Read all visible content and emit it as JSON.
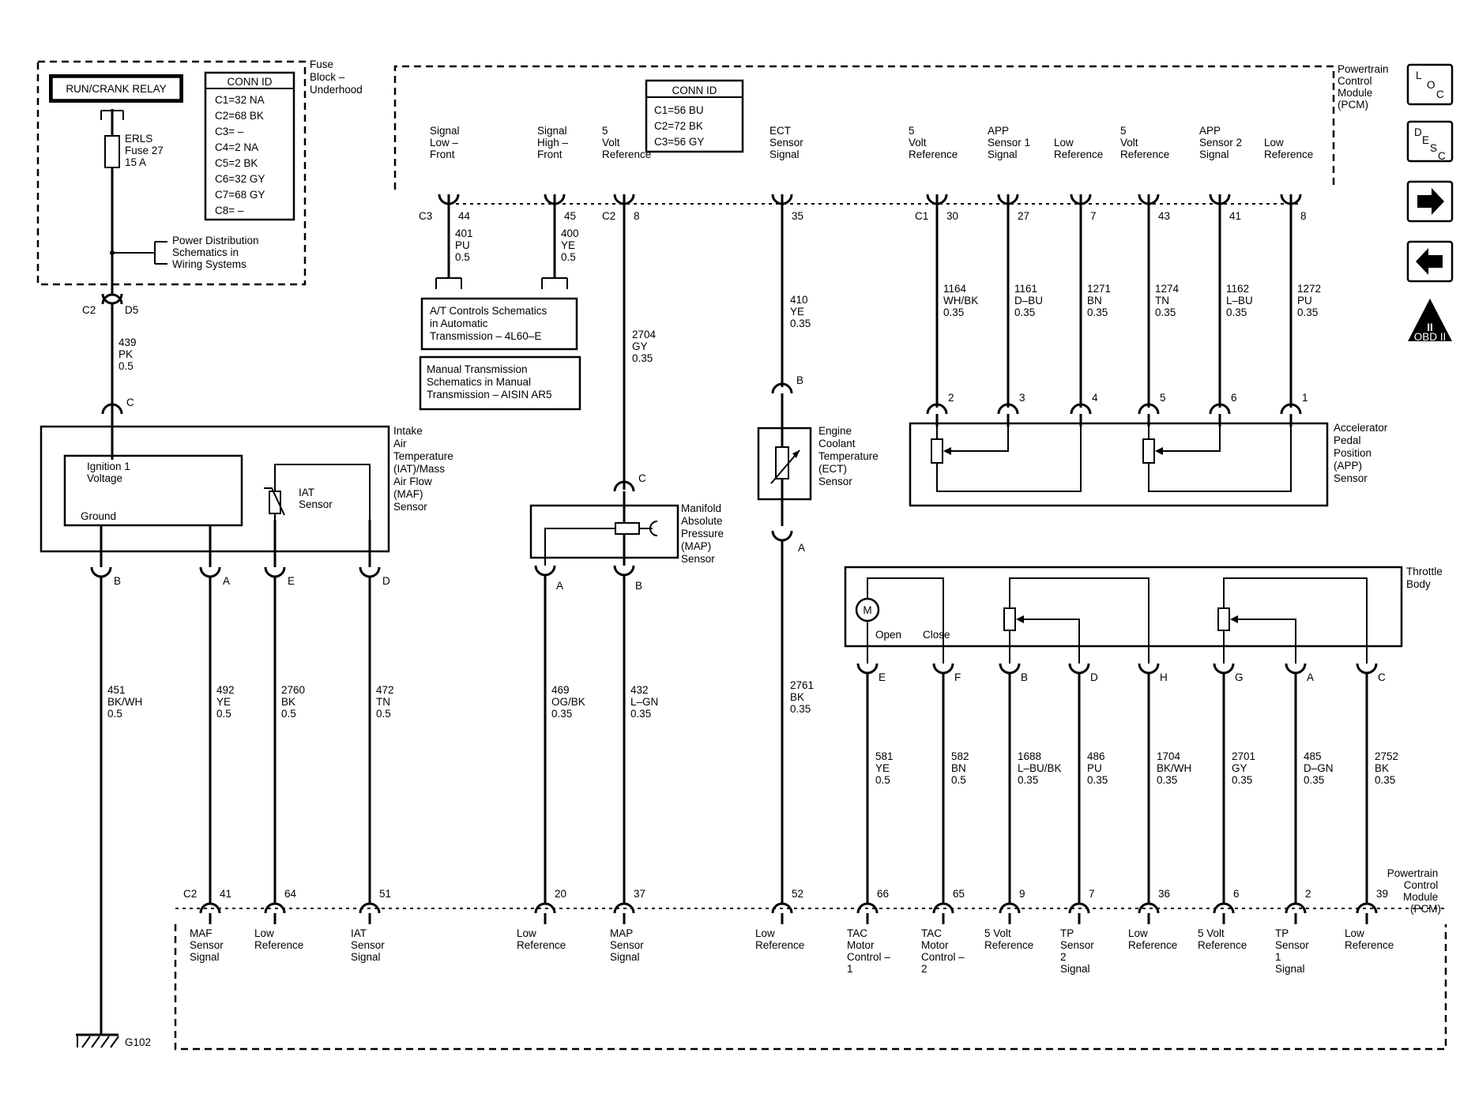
{
  "fuse_block": {
    "title": [
      "Fuse",
      "Block –",
      "Underhood"
    ],
    "relay": "RUN/CRANK RELAY",
    "fuse": [
      "ERLS",
      "Fuse 27",
      "15 A"
    ],
    "power_dist": [
      "Power Distribution",
      "Schematics in",
      "Wiring Systems"
    ],
    "conn_title": "CONN ID",
    "conn": [
      "C1=32 NA",
      "C2=68 BK",
      "C3= –",
      "C4=2 NA",
      "C5=2 BK",
      "C6=32 GY",
      "C7=68 GY",
      "C8= –"
    ],
    "conn_c": "C2",
    "conn_pin": "D5",
    "wire": [
      "439",
      "PK",
      "0.5"
    ]
  },
  "pcm_top": {
    "title": [
      "Powertrain",
      "Control",
      "Module",
      "(PCM)"
    ],
    "conn_title": "CONN ID",
    "conn": [
      "C1=56 BU",
      "C2=72 BK",
      "C3=56 GY"
    ],
    "labels": [
      [
        "Signal",
        "Low –",
        "Front"
      ],
      [
        "Signal",
        "High –",
        "Front"
      ],
      [
        "5",
        "Volt",
        "Reference"
      ],
      [
        "ECT",
        "Sensor",
        "Signal"
      ],
      [
        "5",
        "Volt",
        "Reference"
      ],
      [
        "APP",
        "Sensor 1",
        "Signal"
      ],
      [
        "Low",
        "Reference"
      ],
      [
        "5",
        "Volt",
        "Reference"
      ],
      [
        "APP",
        "Sensor 2",
        "Signal"
      ],
      [
        "Low",
        "Reference"
      ]
    ],
    "pins": [
      "44",
      "45",
      "8",
      "35",
      "30",
      "27",
      "7",
      "43",
      "41",
      "8"
    ],
    "conns": [
      "C3",
      "C2",
      "C1"
    ]
  },
  "trans": {
    "at_wires": [
      [
        "401",
        "PU",
        "0.5"
      ],
      [
        "400",
        "YE",
        "0.5"
      ]
    ],
    "at_box": [
      "A/T Controls Schematics",
      "in Automatic",
      "Transmission – 4L60–E"
    ],
    "mt_box": [
      "Manual Transmission",
      "Schematics in Manual",
      "Transmission – AISIN AR5"
    ]
  },
  "iat_maf": {
    "title": [
      "Intake",
      "Air",
      "Temperature",
      "(IAT)/Mass",
      "Air Flow",
      "(MAF)",
      "Sensor"
    ],
    "inner": [
      "Ignition 1",
      "Voltage"
    ],
    "ground": "Ground",
    "iat": [
      "IAT",
      "Sensor"
    ],
    "pin_c": "C",
    "pins": [
      "B",
      "A",
      "E",
      "D"
    ],
    "wires": [
      [
        "451",
        "BK/WH",
        "0.5"
      ],
      [
        "492",
        "YE",
        "0.5"
      ],
      [
        "2760",
        "BK",
        "0.5"
      ],
      [
        "472",
        "TN",
        "0.5"
      ]
    ]
  },
  "map": {
    "title": [
      "Manifold",
      "Absolute",
      "Pressure",
      "(MAP)",
      "Sensor"
    ],
    "pin_c": "C",
    "pins": [
      "A",
      "B"
    ],
    "ref_wire": [
      "2704",
      "GY",
      "0.35"
    ],
    "wires": [
      [
        "469",
        "OG/BK",
        "0.35"
      ],
      [
        "432",
        "L–GN",
        "0.35"
      ]
    ]
  },
  "ect": {
    "title": [
      "Engine",
      "Coolant",
      "Temperature",
      "(ECT)",
      "Sensor"
    ],
    "pin_b": "B",
    "pin_a": "A",
    "top_wire": [
      "410",
      "YE",
      "0.35"
    ],
    "bottom_wire": [
      "2761",
      "BK",
      "0.35"
    ]
  },
  "app": {
    "title": [
      "Accelerator",
      "Pedal",
      "Position",
      "(APP)",
      "Sensor"
    ],
    "pins": [
      "2",
      "3",
      "4",
      "5",
      "6",
      "1"
    ],
    "wires": [
      [
        "1164",
        "WH/BK",
        "0.35"
      ],
      [
        "1161",
        "D–BU",
        "0.35"
      ],
      [
        "1271",
        "BN",
        "0.35"
      ],
      [
        "1274",
        "TN",
        "0.35"
      ],
      [
        "1162",
        "L–BU",
        "0.35"
      ],
      [
        "1272",
        "PU",
        "0.35"
      ]
    ]
  },
  "throttle": {
    "title": [
      "Throttle",
      "Body"
    ],
    "motor": "M",
    "open": "Open",
    "close": "Close",
    "pins": [
      "E",
      "F",
      "B",
      "D",
      "H",
      "G",
      "A",
      "C"
    ],
    "wires": [
      [
        "581",
        "YE",
        "0.5"
      ],
      [
        "582",
        "BN",
        "0.5"
      ],
      [
        "1688",
        "L–BU/BK",
        "0.35"
      ],
      [
        "486",
        "PU",
        "0.35"
      ],
      [
        "1704",
        "BK/WH",
        "0.35"
      ],
      [
        "2701",
        "GY",
        "0.35"
      ],
      [
        "485",
        "D–GN",
        "0.35"
      ],
      [
        "2752",
        "BK",
        "0.35"
      ]
    ]
  },
  "pcm_bottom": {
    "title": [
      "Powertrain",
      "Control",
      "Module",
      "(PCM)"
    ],
    "conn": "C2",
    "pins": [
      "41",
      "64",
      "51",
      "20",
      "37",
      "52",
      "66",
      "65",
      "9",
      "7",
      "36",
      "6",
      "2",
      "39"
    ],
    "labels": [
      [
        "MAF",
        "Sensor",
        "Signal"
      ],
      [
        "Low",
        "Reference"
      ],
      [
        "IAT",
        "Sensor",
        "Signal"
      ],
      [
        "Low",
        "Reference"
      ],
      [
        "MAP",
        "Sensor",
        "Signal"
      ],
      [
        "Low",
        "Reference"
      ],
      [
        "TAC",
        "Motor",
        "Control –",
        "1"
      ],
      [
        "TAC",
        "Motor",
        "Control –",
        "2"
      ],
      [
        "5 Volt",
        "Reference"
      ],
      [
        "TP",
        "Sensor",
        "2",
        "Signal"
      ],
      [
        "Low",
        "Reference"
      ],
      [
        "5 Volt",
        "Reference"
      ],
      [
        "TP",
        "Sensor",
        "1",
        "Signal"
      ],
      [
        "Low",
        "Reference"
      ]
    ]
  },
  "ground": "G102",
  "nav": {
    "loc": [
      "L",
      "O",
      "C"
    ],
    "desc": [
      "D",
      "E",
      "S",
      "C"
    ],
    "obd": "II",
    "obd_label": "OBD II"
  }
}
